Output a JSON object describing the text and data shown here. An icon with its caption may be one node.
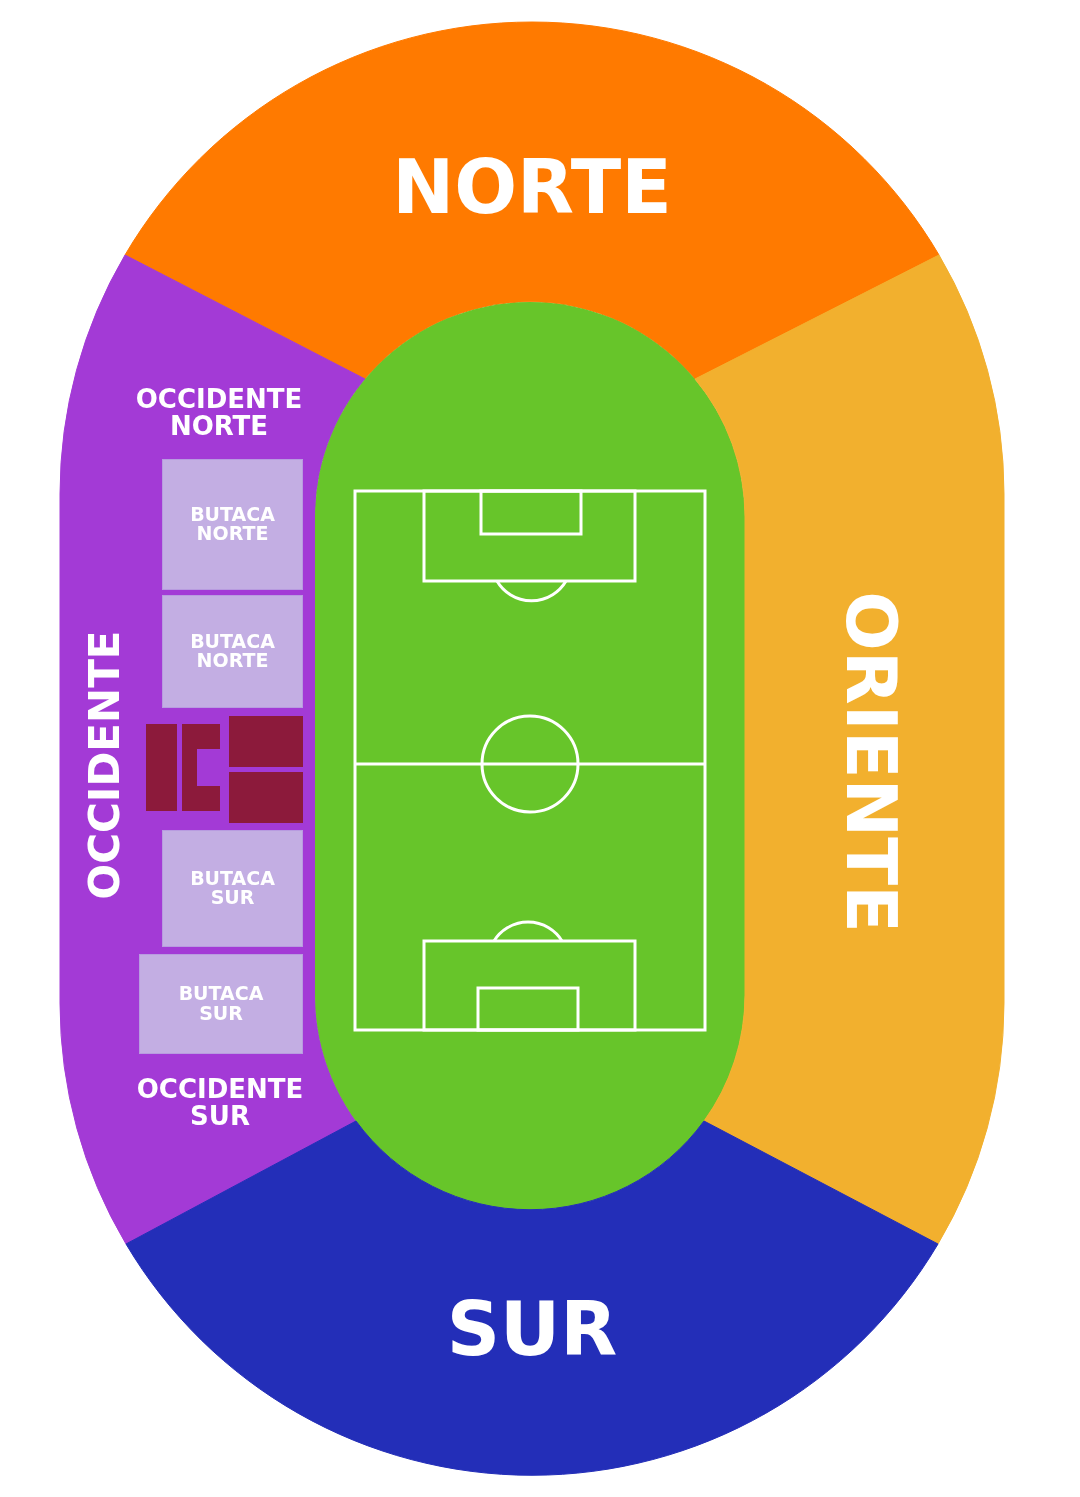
{
  "diagram": {
    "nodes": [
      {
        "text": [
          "NORTE"
        ]
      },
      {
        "text": [
          "OCCIDENTE NORTE",
          "OCCIDENTE",
          "OCCIDENTE SUR"
        ]
      },
      {
        "text": [
          "BUTACA NORTE"
        ],
        "in": 1
      },
      {
        "text": [
          "BUTACA NORTE"
        ],
        "in": 1
      },
      {
        "text": [],
        "shape": "box",
        "in": 1
      },
      {
        "text": [],
        "shape": "box",
        "in": 1
      },
      {
        "text": [],
        "shape": "box",
        "in": 1
      },
      {
        "text": [],
        "shape": "box",
        "in": 1
      },
      {
        "text": [
          "BUTACA SUR"
        ],
        "in": 1
      },
      {
        "text": [
          "BUTACA SUR"
        ],
        "in": 1
      },
      {
        "text": [],
        "shape": "picture"
      },
      {
        "text": [
          "ORIENTE"
        ]
      },
      {
        "text": [
          "SUR"
        ]
      }
    ]
  }
}
